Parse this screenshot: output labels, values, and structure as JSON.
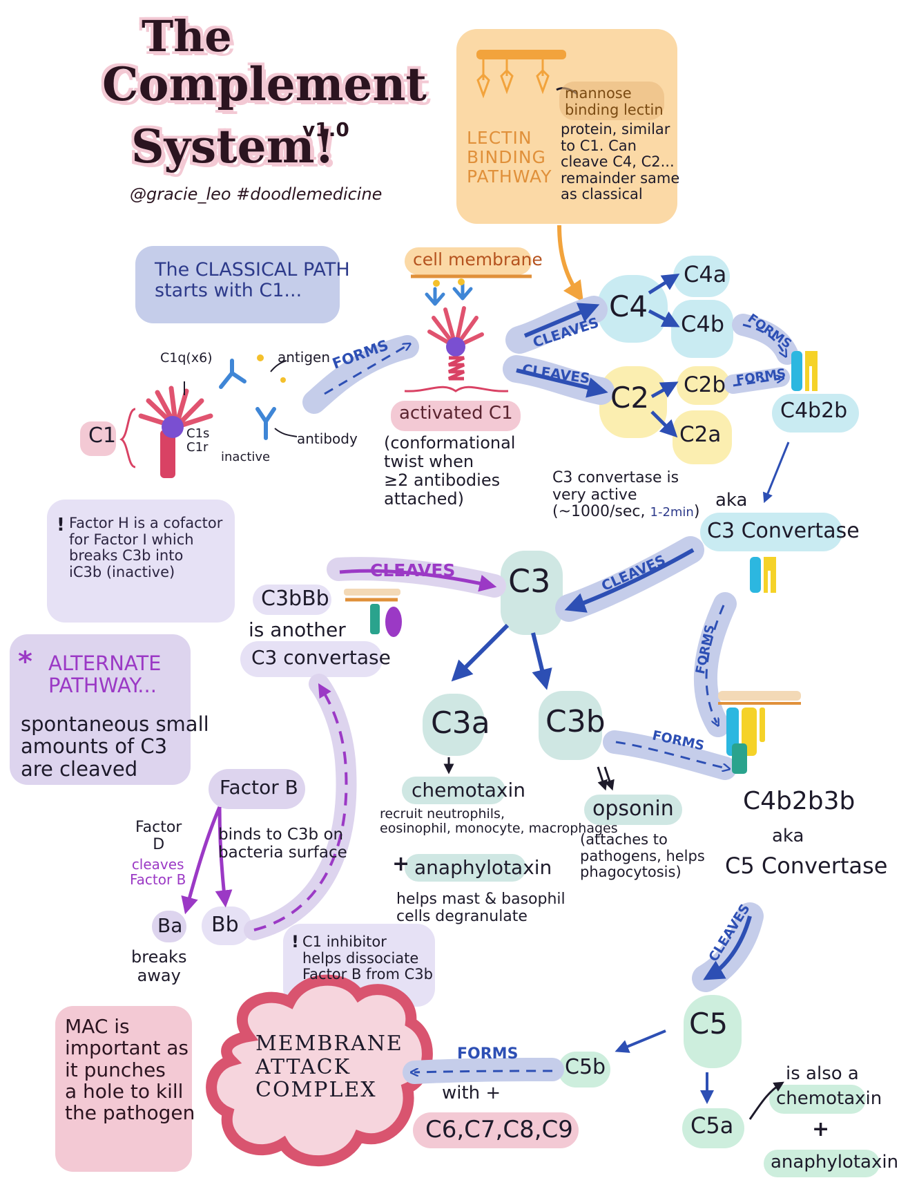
{
  "header": {
    "title_line1": "The",
    "title_line2": "Complement",
    "title_line3": "System!",
    "version": "v1.0",
    "handles": "@gracie_leo  #doodlemedicine"
  },
  "lectin": {
    "title": "LECTIN\nBINDING\nPATHWAY",
    "mbl_label": "mannose\nbinding lectin",
    "description": "protein, similar\nto C1. Can\ncleave C4, C2...\nremainder same\nas classical"
  },
  "classical": {
    "intro": "The CLASSICAL PATH\nstarts with C1...",
    "c1q": "C1q(x6)",
    "antigen": "antigen",
    "antibody": "antibody",
    "c1": "C1",
    "c1s_c1r": "C1s\nC1r",
    "inactive": "inactive",
    "forms1": "FORMS",
    "cell_membrane": "cell membrane",
    "activated_c1": "activated C1",
    "activated_note": "(conformational\ntwist when\n≥2 antibodies\nattached)"
  },
  "c4c2": {
    "cleaves_c4": "CLEAVES",
    "cleaves_c2": "CLEAVES",
    "c4": "C4",
    "c4a": "C4a",
    "c4b": "C4b",
    "c2": "C2",
    "c2b": "C2b",
    "c2a": "C2a",
    "forms_c4b": "FORMS",
    "forms_c2b": "FORMS",
    "c4b2b": "C4b2b",
    "aka": "aka",
    "c3_convertase": "C3 Convertase",
    "activity_note": "C3 convertase is\nvery active\n(~1000/sec, ",
    "activity_time": "1-2min",
    "activity_close": ")"
  },
  "c3": {
    "factor_h_note": "Factor H is a cofactor\nfor Factor I which\nbreaks C3b into\niC3b (inactive)",
    "c3bbb": "C3bBb",
    "another_1": "is another",
    "another_2": "C3 convertase",
    "cleaves_purple": "CLEAVES",
    "cleaves_blue": "CLEAVES",
    "c3": "C3",
    "c3a": "C3a",
    "c3b": "C3b",
    "forms_c3b": "FORMS",
    "forms_side": "FORMS",
    "chemotaxin": "chemotaxin",
    "chemotaxin_desc": "recruit neutrophils,\neosinophil, monocyte, macrophages",
    "plus": "+",
    "anaphylotaxin": "anaphylotaxin",
    "anaphylotaxin_desc": "helps mast & basophil\ncells degranulate",
    "opsonin": "opsonin",
    "opsonin_desc": "(attaches to\npathogens, helps\nphagocytosis)",
    "c4b2b3b": "C4b2b3b",
    "aka": "aka",
    "c5_convertase": "C5 Convertase"
  },
  "alternate": {
    "title": "ALTERNATE\nPATHWAY...",
    "desc": "spontaneous small\namounts of C3\nare cleaved",
    "factor_b": "Factor B",
    "factor_d": "Factor\nD",
    "cleaves_factor_b": "cleaves\nFactor B",
    "binds": "binds to C3b on\nbacteria surface",
    "ba": "Ba",
    "bb": "Bb",
    "breaks_away": "breaks\naway",
    "c1_inhibitor": "C1 inhibitor\nhelps dissociate\nFactor B from C3b"
  },
  "c5": {
    "cleaves": "CLEAVES",
    "c5": "C5",
    "c5b": "C5b",
    "c5a": "C5a",
    "forms": "FORMS",
    "with": "with +",
    "c6_c9": "C6,C7,C8,C9",
    "is_also": "is also a",
    "chemotaxin": "chemotaxin",
    "plus": "+",
    "anaphylotaxin": "anaphylotaxin"
  },
  "mac": {
    "title": "MEMBRANE\nATTACK\nCOMPLEX",
    "note": "MAC is\nimportant as\nit punches\na hole to kill\nthe pathogen"
  },
  "colors": {
    "blue_box": "#c5cdea",
    "lectin_box": "#fbd9a6",
    "lectin_text": "#e0903a",
    "lilac_box": "#e6e1f5",
    "alt_box": "#ddd4ee",
    "purple": "#9b39c5",
    "arrow_blue": "#2d4fb4",
    "teal": "#cfe7e3",
    "green": "#cdeedd",
    "yellow": "#fbeeb0",
    "c4_blue": "#c9ebf2",
    "pink": "#f3c9d4"
  }
}
